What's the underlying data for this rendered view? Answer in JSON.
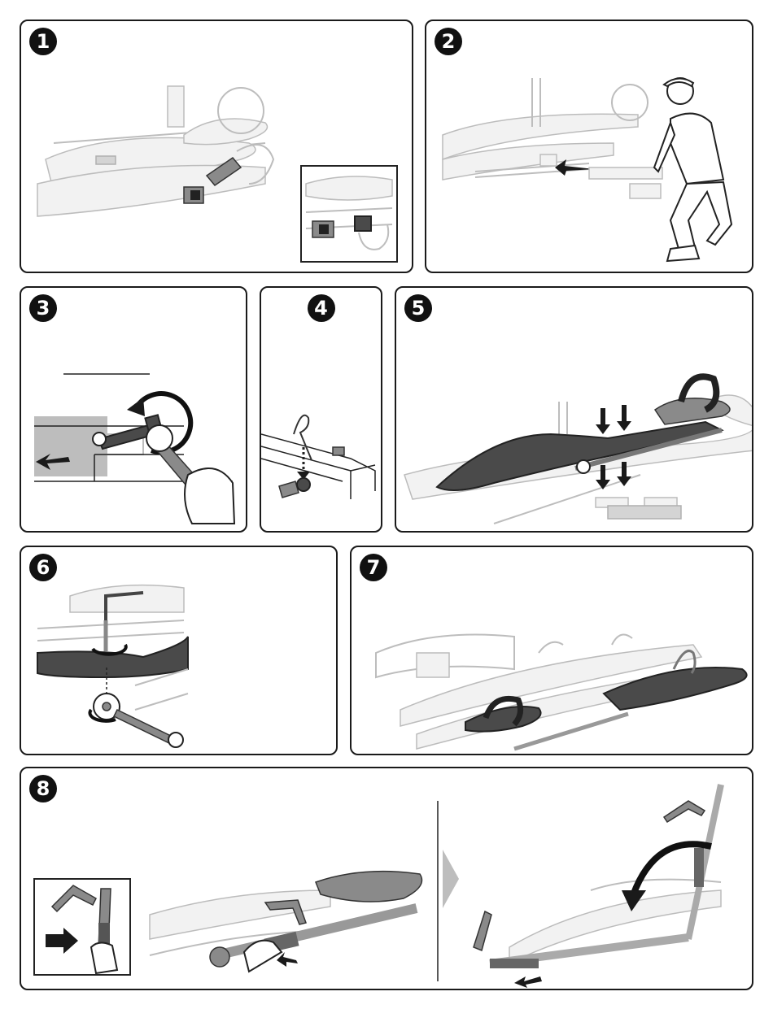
{
  "steps": [
    {
      "number": "1"
    },
    {
      "number": "2"
    },
    {
      "number": "3"
    },
    {
      "number": "4"
    },
    {
      "number": "5"
    },
    {
      "number": "6"
    },
    {
      "number": "7"
    },
    {
      "number": "8"
    }
  ],
  "colors": {
    "badge": "#111111",
    "line_art": "#bdbdbd",
    "part_highlight": "#4a4a4a"
  },
  "icons": [
    "bolt-icon",
    "wrench-icon",
    "hitch-pin-icon",
    "hex-key-icon",
    "direction-arrow-icon",
    "rotation-arrow-icon"
  ]
}
